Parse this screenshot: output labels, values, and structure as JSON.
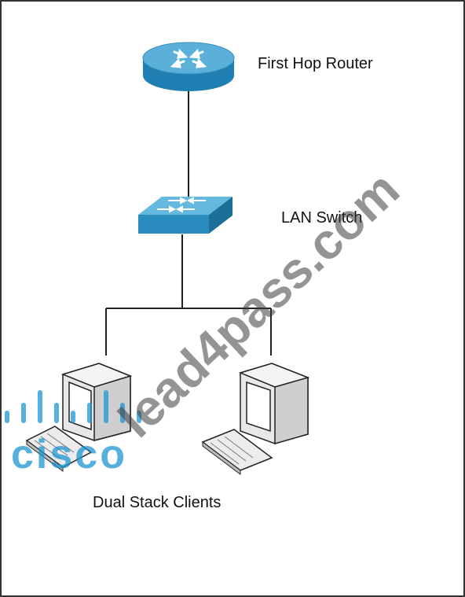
{
  "diagram": {
    "nodes": {
      "router": {
        "label": "First Hop Router",
        "icon": "router-icon"
      },
      "switch": {
        "label": "LAN Switch",
        "icon": "switch-icon"
      },
      "clients": {
        "label": "Dual Stack Clients",
        "icons": [
          "computer-icon",
          "computer-icon"
        ]
      }
    },
    "links": [
      {
        "from": "router",
        "to": "switch"
      },
      {
        "from": "switch",
        "to": "client-1"
      },
      {
        "from": "switch",
        "to": "client-2"
      }
    ]
  },
  "watermark": {
    "text": "lead4pass.com",
    "logo": "cisco"
  },
  "colors": {
    "device_blue": "#2f8fc0",
    "device_blue_top": "#65b8dc",
    "device_blue_dark": "#1f6e98",
    "cisco_blue": "#1c96d2",
    "line": "#222222"
  }
}
